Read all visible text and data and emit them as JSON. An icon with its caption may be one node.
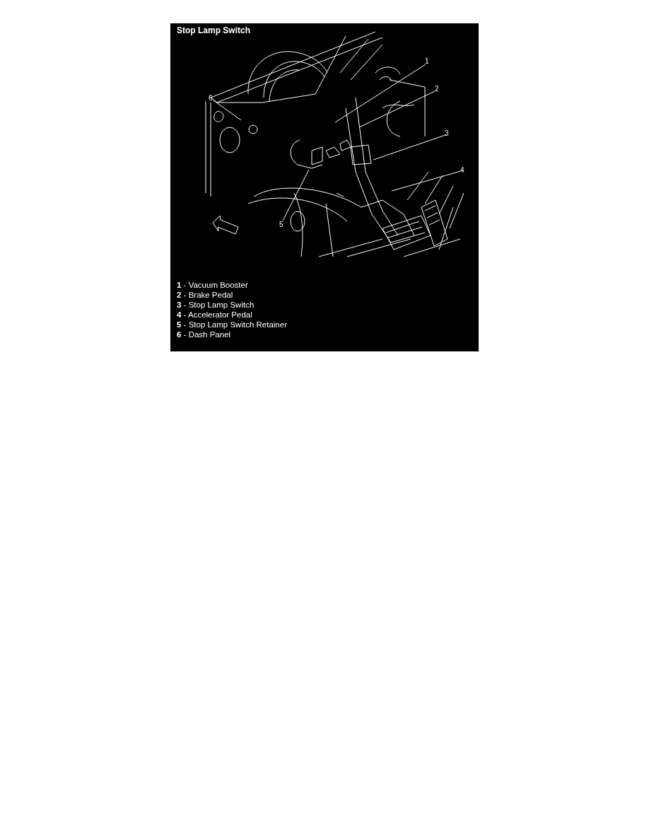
{
  "diagram": {
    "title": "Stop Lamp Switch",
    "nodes": [
      {
        "text": [
          "1"
        ]
      },
      {
        "text": [
          "2"
        ]
      },
      {
        "text": [
          "6"
        ]
      },
      {
        "text": [
          "3"
        ]
      },
      {
        "text": [
          "4"
        ]
      },
      {
        "text": [
          "5"
        ]
      }
    ],
    "edges": [
      {
        "from": 0,
        "to": null,
        "arrow": "none"
      },
      {
        "from": 1,
        "to": null,
        "arrow": "none"
      },
      {
        "from": 2,
        "to": null,
        "arrow": "none"
      },
      {
        "from": 3,
        "to": null,
        "arrow": "none"
      },
      {
        "from": 4,
        "to": null,
        "arrow": "none"
      },
      {
        "from": 5,
        "to": null,
        "arrow": "none"
      }
    ],
    "labels": [
      "**1** - Vacuum Booster",
      "**2** - Brake Pedal",
      "**3** - Stop Lamp Switch",
      "**4** - Accelerator Pedal",
      "**5** - Stop Lamp Switch Retainer",
      "**6** - Dash Panel"
    ]
  }
}
